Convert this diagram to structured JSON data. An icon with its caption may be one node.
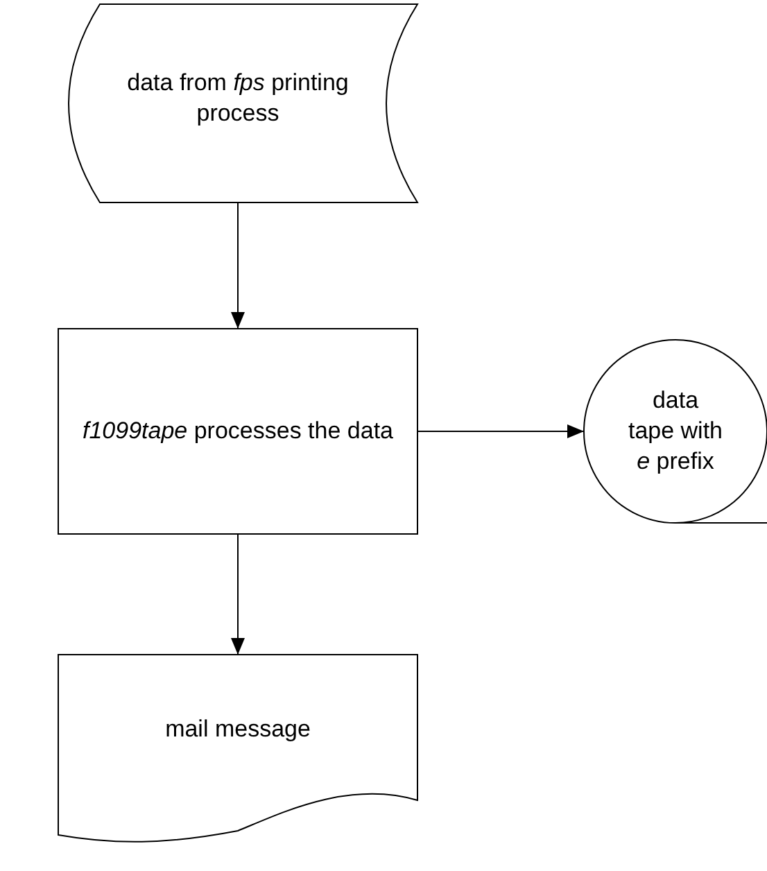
{
  "diagram": {
    "nodes": [
      {
        "text": [
          "data from *fps* printing process"
        ]
      },
      {
        "text": [
          "*f1099tape* processes the data"
        ]
      },
      {
        "text": [
          "data tape with *e* prefix"
        ]
      },
      {
        "text": [
          "mail message"
        ]
      }
    ],
    "edges": [
      {
        "from": 0,
        "to": 1,
        "arrow": "to"
      },
      {
        "from": 1,
        "to": 2,
        "arrow": "to"
      },
      {
        "from": 1,
        "to": 3,
        "arrow": "to"
      }
    ]
  }
}
